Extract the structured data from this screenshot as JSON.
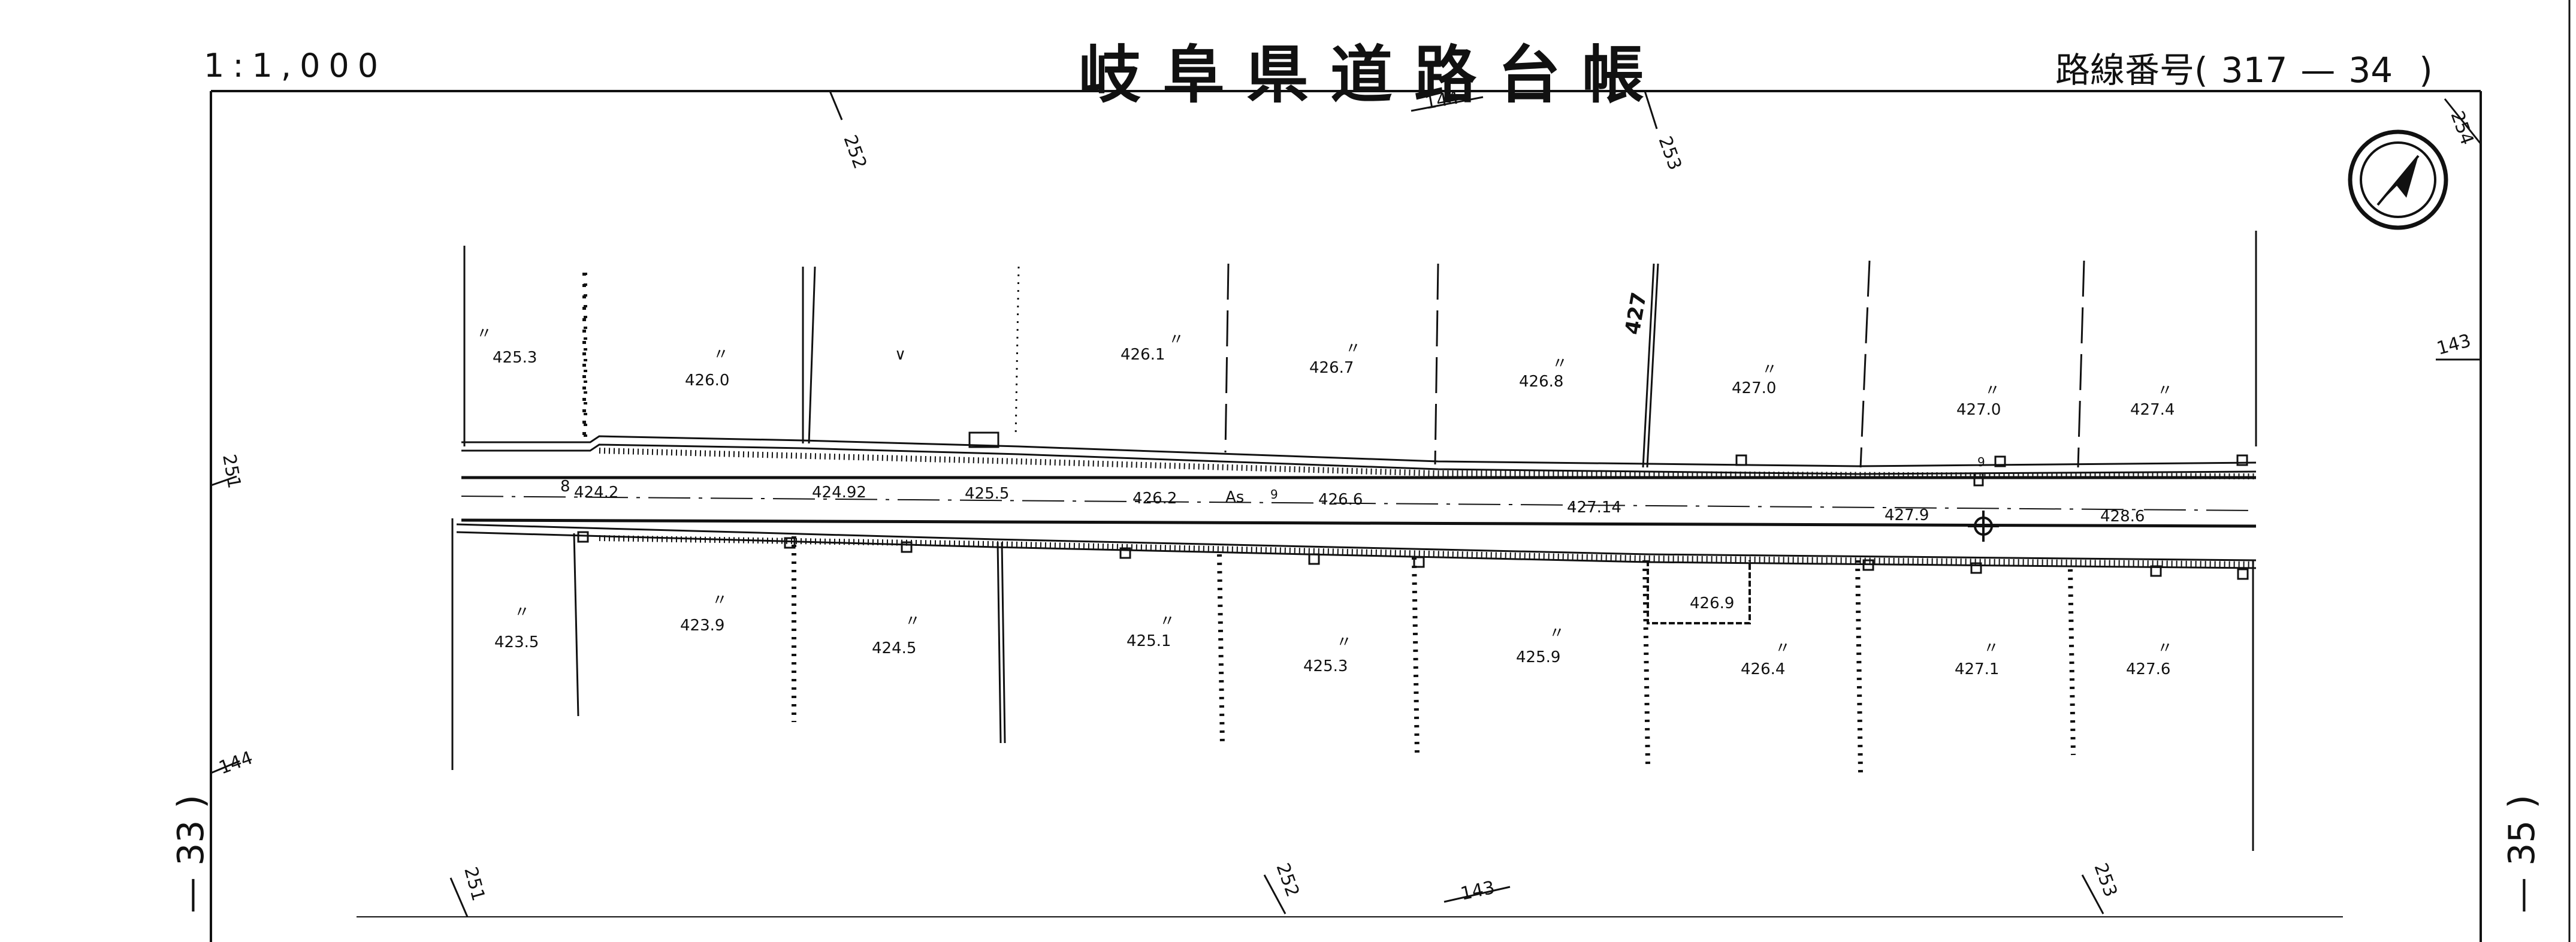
{
  "header": {
    "scale": "1:1,000",
    "title": "岐阜県道路台帳",
    "route_label": "路線番号(",
    "route_a": "317",
    "route_dash": "—",
    "route_b": "34",
    "route_close": ")"
  },
  "sheet_refs": {
    "left": "— 33 )",
    "right": "— 35 )"
  },
  "grid_marks": [
    {
      "id": "g-252-top",
      "text": "252"
    },
    {
      "id": "g-144-top",
      "text": "144"
    },
    {
      "id": "g-253-top",
      "text": "253"
    },
    {
      "id": "g-254-top",
      "text": "254"
    },
    {
      "id": "g-251-left",
      "text": "251"
    },
    {
      "id": "g-143-right",
      "text": "143"
    },
    {
      "id": "g-144-left",
      "text": "144"
    },
    {
      "id": "g-251-bottom",
      "text": "251"
    },
    {
      "id": "g-252-bottom",
      "text": "252"
    },
    {
      "id": "g-143-bottom",
      "text": "143"
    },
    {
      "id": "g-253-bottom",
      "text": "253"
    }
  ],
  "contour_label": "427",
  "upper_elevations": [
    "425.3",
    "426.0",
    "426.1",
    "426.7",
    "426.8",
    "427.0",
    "427.0",
    "427.4"
  ],
  "lower_elevations": [
    "423.5",
    "423.9",
    "424.5",
    "425.1",
    "425.3",
    "425.9",
    "426.4",
    "427.1",
    "427.6"
  ],
  "road_elevations": [
    "424.2",
    "424.92",
    "425.5",
    "426.2",
    "426.6",
    "427.14",
    "427.9",
    "428.6"
  ],
  "road_marks": {
    "start_num": "8",
    "surface": "As",
    "width_mark_1": "9",
    "width_mark_2": "9",
    "notch_elevation": "426.9",
    "field_symbol": "〃",
    "crop_symbol": "∨"
  }
}
